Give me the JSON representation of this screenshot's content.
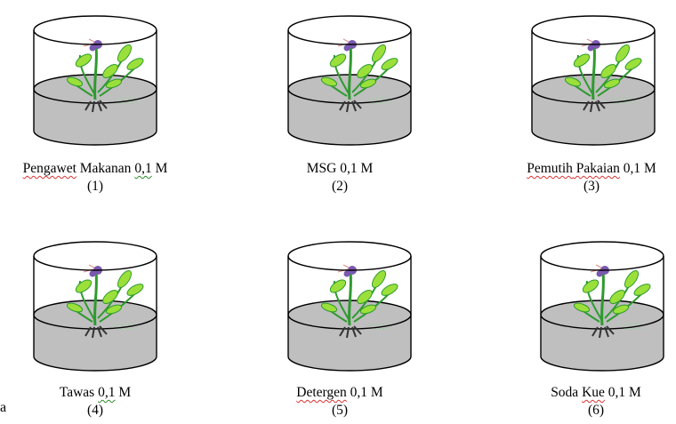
{
  "beakers": [
    {
      "number": "(1)",
      "label_parts": [
        {
          "text": "Pengawet",
          "mark": "spell"
        },
        {
          "text": " Makanan ",
          "mark": ""
        },
        {
          "text": "0,1",
          "mark": "gram"
        },
        {
          "text": " M",
          "mark": ""
        }
      ]
    },
    {
      "number": "(2)",
      "label_parts": [
        {
          "text": "MSG 0,1 M",
          "mark": ""
        }
      ]
    },
    {
      "number": "(3)",
      "label_parts": [
        {
          "text": "Pemutih",
          "mark": "spell"
        },
        {
          "text": " Pakaian",
          "mark": "spell"
        },
        {
          "text": " 0,1 M",
          "mark": ""
        }
      ]
    },
    {
      "number": "(4)",
      "label_parts": [
        {
          "text": "Tawas ",
          "mark": ""
        },
        {
          "text": "0,1",
          "mark": "gram"
        },
        {
          "text": " M",
          "mark": ""
        }
      ]
    },
    {
      "number": "(5)",
      "label_parts": [
        {
          "text": "Detergen",
          "mark": "spell"
        },
        {
          "text": " 0,1 M",
          "mark": ""
        }
      ]
    },
    {
      "number": "(6)",
      "label_parts": [
        {
          "text": "Soda ",
          "mark": ""
        },
        {
          "text": "Kue",
          "mark": "spell"
        },
        {
          "text": " 0,1 M",
          "mark": ""
        }
      ]
    }
  ],
  "stray_mark": "a",
  "colors": {
    "liquid": "#bfbfbf",
    "leaf": "#9be03a",
    "leaf_dark": "#2f9a2f",
    "flower": "#7a58b0",
    "roots": "#333333",
    "spell_underline": "#dd3333",
    "grammar_underline": "#2a8a2a"
  }
}
